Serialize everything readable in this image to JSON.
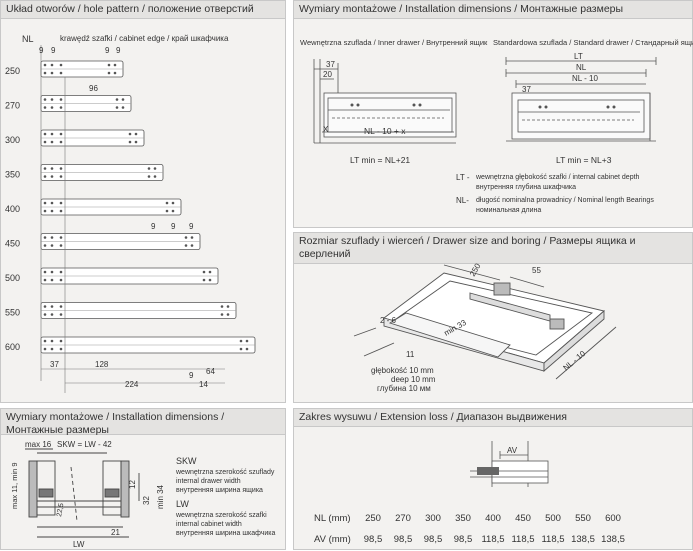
{
  "hole_pattern": {
    "title": "Układ otworów / hole pattern / положение отверстий",
    "nl_label": "NL",
    "edge_label": "krawędź szafki / cabinet edge / край шкафчика",
    "rows": [
      {
        "nl": "250"
      },
      {
        "nl": "270"
      },
      {
        "nl": "300"
      },
      {
        "nl": "350"
      },
      {
        "nl": "400"
      },
      {
        "nl": "450"
      },
      {
        "nl": "500"
      },
      {
        "nl": "550"
      },
      {
        "nl": "600"
      }
    ],
    "dim_9": "9",
    "dim_96": "96",
    "dim_37": "37",
    "dim_128": "128",
    "dim_224": "224",
    "dim_64": "64",
    "dim_14": "14"
  },
  "mounting_top": {
    "title": "Wymiary montażowe / Installation dimensions / Монтажные размеры",
    "inner_title": "Wewnętrzna szuflada / Inner drawer / Внутренний ящик",
    "standard_title": "Standardowa szuflada / Standard drawer / Стандарный ящик",
    "dim_37": "37",
    "dim_20": "20",
    "dim_x": "X",
    "dim_nl10x": "NL - 10 + x",
    "lt": "LT",
    "nl": "NL",
    "nl10": "NL - 10",
    "lt_min_inner": "LT min = NL+21",
    "lt_min_standard": "LT min = NL+3",
    "legend_lt_key": "LT -",
    "legend_lt_text1": "wewnętrzna głębokość szafki / internal cabinet depth",
    "legend_lt_text2": "внутренняя глубина шкафчика",
    "legend_nl_key": "NL-",
    "legend_nl_text1": "długość nominalna prowadnicy / Nominal length Bearings",
    "legend_nl_text2": "номинальная длина"
  },
  "drawer_size": {
    "title": "Rozmiar szuflady i wierceń / Drawer size and boring / Размеры ящика и сверлений",
    "dim_250": "250",
    "dim_55": "55",
    "dim_26": "2 - 6",
    "dim_min33": "min 33",
    "dim_11": "11",
    "dim_nl10": "NL - 10",
    "depth1": "głębokość 10 mm",
    "depth2": "deep 10 mm",
    "depth3": "глубина 10 мм"
  },
  "mounting_bottom": {
    "title": "Wymiary montażowe / Installation dimensions / Монтажные размеры",
    "max16": "max 16",
    "skw_eq": "SKW = LW - 42",
    "side": "max 11, min 9",
    "dim_12": "12",
    "dim_32": "32",
    "min34": "min 34",
    "dim_21": "21",
    "lw": "LW",
    "dim_225": "22,5",
    "skw": "SKW",
    "skw1": "wewnętrzna szerokość szuflady",
    "skw2": "internal drawer width",
    "skw3": "внутренняя ширина ящика",
    "lw_key": "LW",
    "lw1": "wewnętrzna szerokość szafki",
    "lw2": "internal cabinet width",
    "lw3": "внутренняя ширина шкафчика"
  },
  "extension": {
    "title": "Zakres wysuwu / Extension loss / Диапазон выдвижения",
    "av": "AV",
    "nl_label": "NL (mm)",
    "av_label": "AV (mm)",
    "nl_values": [
      "250",
      "270",
      "300",
      "350",
      "400",
      "450",
      "500",
      "550",
      "600"
    ],
    "av_values": [
      "98,5",
      "98,5",
      "98,5",
      "98,5",
      "118,5",
      "118,5",
      "118,5",
      "138,5",
      "138,5"
    ]
  }
}
